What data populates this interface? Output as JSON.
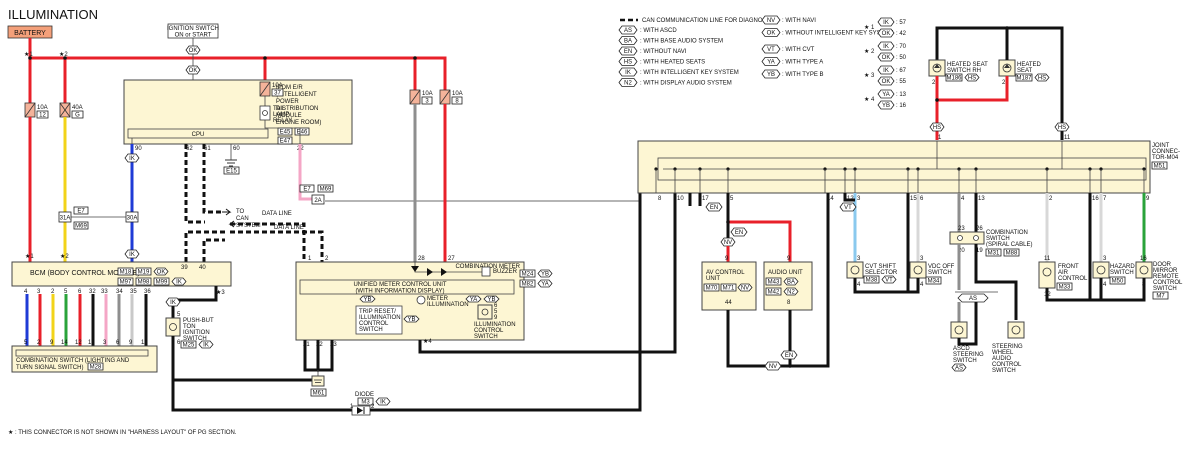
{
  "title": "ILLUMINATION",
  "battery": "BATTERY",
  "ignition_switch": [
    "IGNITION SWITCH",
    "ON or START"
  ],
  "ok": "OK",
  "ik": "IK",
  "ik_label": "IK",
  "hs": "HS",
  "en": "EN",
  "nv": "NV",
  "vt": "VT",
  "as": "AS",
  "fuses": {
    "f1": {
      "amp": "10A",
      "num": "12"
    },
    "f2": {
      "amp": "40A",
      "num": "G"
    },
    "f3": {
      "amp": "10A",
      "num": "37"
    },
    "f4": {
      "amp": "10A",
      "num": "3"
    },
    "f5": {
      "amp": "10A",
      "num": "8"
    }
  },
  "ipdm": {
    "lines": [
      "IPDM E/R",
      "(INTELLIGENT",
      "POWER",
      "DISTRIBUTION",
      "MODULE",
      "ENGINE ROOM)"
    ],
    "connectors": [
      "E45",
      "E46",
      "E47"
    ],
    "cpu": "CPU",
    "relay": [
      "TAIL",
      "LAMP",
      "RELAY"
    ],
    "pins": [
      "90",
      "62",
      "61",
      "60",
      "22"
    ],
    "ground": "E15"
  },
  "to_can": [
    "TO",
    "CAN",
    "SYSTEM"
  ],
  "data_line": "DATA LINE",
  "links": {
    "m1": "E7",
    "m2": "M69",
    "m3": "2A",
    "m4": "31A",
    "m5": "30A"
  },
  "bcm": {
    "name": "BCM (BODY CONTROL MODULE)",
    "pins_top": [
      "39",
      "40"
    ],
    "connectors": [
      "M18",
      "M19",
      "M97",
      "M98",
      "M99"
    ],
    "pins_bottom": [
      "4",
      "3",
      "2",
      "5",
      "6",
      "32",
      "33",
      "34",
      "35",
      "36"
    ]
  },
  "combination_switch": {
    "lines": [
      "COMBINATION SWITCH (LIGHTING AND",
      "TURN SIGNAL SWITCH)"
    ],
    "connector": "M28",
    "pins": [
      "5",
      "2",
      "9",
      "14",
      "12",
      "13",
      "3",
      "6",
      "9",
      "11"
    ]
  },
  "push_button": {
    "lines": [
      "PUSH-BUT",
      "TON",
      "IGNITION",
      "SWITCH"
    ],
    "connector": "M25",
    "pins": [
      "5",
      "6"
    ]
  },
  "meter": {
    "outer_label": "COMBINATION METER",
    "connectors": [
      "M24",
      "M82"
    ],
    "unit": [
      "UNIFIED METER CONTROL UNIT",
      "(WITH INFORMATION DISPLAY)"
    ],
    "buzzer": "BUZZER",
    "pins_top": [
      "1",
      "2",
      "28",
      "27"
    ],
    "pins_bottom": [
      "21",
      "22",
      "23"
    ],
    "trip": [
      "TRIP RESET/",
      "ILLUMINATION",
      "CONTROL",
      "SWITCH"
    ],
    "meter_illum": [
      "METER",
      "ILLUMINATION"
    ],
    "illum_switch": [
      "ILLUMINATION",
      "CONTROL",
      "SWITCH"
    ],
    "yb": "YB",
    "ya": "YA",
    "pin_6": "6",
    "pin_5": "5",
    "pin_9": "9",
    "ground": "M61"
  },
  "diode": {
    "name": "DIODE",
    "connector": "M3",
    "pins": [
      "1",
      "2"
    ]
  },
  "legend": {
    "can_line": "CAN COMMUNICATION LINE FOR DIAGNOSIS",
    "items": [
      {
        "code": "AS",
        "text": "WITH ASCD"
      },
      {
        "code": "BA",
        "text": "WITH BASE AUDIO SYSTEM"
      },
      {
        "code": "EN",
        "text": "WITHOUT NAVI"
      },
      {
        "code": "HS",
        "text": "WITH HEATED SEATS"
      },
      {
        "code": "IK",
        "text": "WITH INTELLIGENT KEY SYSTEM"
      },
      {
        "code": "N2",
        "text": "WITH DISPLAY AUDIO SYSTEM"
      }
    ],
    "items2": [
      {
        "code": "NV",
        "text": "WITH NAVI"
      },
      {
        "code": "OK",
        "text": "WITHOUT INTELLIGENT KEY SYSTEM"
      },
      {
        "code": "VT",
        "text": "WITH CVT"
      },
      {
        "code": "YA",
        "text": "WITH TYPE A"
      },
      {
        "code": "YB",
        "text": "WITH TYPE B"
      }
    ],
    "star_groups": [
      {
        "star": "★ 1",
        "rows": [
          {
            "code": "IK",
            "val": "57"
          },
          {
            "code": "OK",
            "val": "42"
          }
        ]
      },
      {
        "star": "★ 2",
        "rows": [
          {
            "code": "IK",
            "val": "70"
          },
          {
            "code": "OK",
            "val": "50"
          }
        ]
      },
      {
        "star": "★ 3",
        "rows": [
          {
            "code": "IK",
            "val": "67"
          },
          {
            "code": "OK",
            "val": "55"
          }
        ]
      },
      {
        "star": "★ 4",
        "rows": [
          {
            "code": "YA",
            "val": "13"
          },
          {
            "code": "YB",
            "val": "16"
          }
        ]
      }
    ]
  },
  "heated_rh": {
    "lines": [
      "HEATED SEAT",
      "SWITCH RH"
    ],
    "connector": "M186",
    "pins": [
      "2",
      "1"
    ]
  },
  "heated_lh": {
    "lines": [
      "HEATED",
      "SEAT"
    ],
    "connector": "M187",
    "pins": [
      "2",
      "1"
    ]
  },
  "joint": {
    "lines": [
      "JOINT",
      "CONNEC-",
      "TOR-M04"
    ],
    "connector": "M51",
    "pins_top": [
      "1",
      "11"
    ],
    "pins_bottom": [
      "8",
      "10",
      "17",
      "5",
      "14",
      "12",
      "3",
      "15",
      "6",
      "4",
      "13",
      "2",
      "16",
      "7",
      "9"
    ]
  },
  "av": {
    "lines": [
      "AV CONTROL",
      "UNIT"
    ],
    "connectors": [
      "M70",
      "M71"
    ],
    "pins": [
      "9",
      "44"
    ]
  },
  "audio": {
    "lines": [
      "AUDIO UNIT"
    ],
    "connectors": [
      "M43",
      "M42"
    ],
    "pins": [
      "9",
      "8"
    ]
  },
  "cvt": {
    "lines": [
      "CVT SHIFT",
      "SELECTOR"
    ],
    "connector": "M38",
    "pins": [
      "3",
      "4"
    ]
  },
  "vdc": {
    "lines": [
      "VDC OFF",
      "SWITCH"
    ],
    "connector": "M34",
    "pins": [
      "3",
      "4"
    ]
  },
  "spiral": {
    "lines": [
      "COMBINATION",
      "SWITCH",
      "(SPIRAL CABLE)"
    ],
    "connectors": [
      "M31",
      "M88"
    ],
    "pins": [
      "23",
      "26",
      "20",
      "19"
    ]
  },
  "front_air": {
    "lines": [
      "FRONT",
      "AIR",
      "CONTROL"
    ],
    "connector": "M33",
    "pins": [
      "11",
      "12"
    ]
  },
  "hazard": {
    "lines": [
      "HAZARD",
      "SWITCH"
    ],
    "connector": "M50",
    "pins": [
      "3",
      "4"
    ]
  },
  "mirror": {
    "lines": [
      "DOOR",
      "MIRROR",
      "REMOTE",
      "CONTROL",
      "SWITCH"
    ],
    "connector": "M7",
    "pins": [
      "16",
      "8"
    ]
  },
  "ascd": {
    "lines": [
      "ASCD",
      "STEERING",
      "SWITCH"
    ]
  },
  "steering_audio": {
    "lines": [
      "STEERING",
      "WHEEL",
      "AUDIO",
      "CONTROL",
      "SWITCH"
    ]
  },
  "footnote": "★ : THIS CONNECTOR IS NOT SHOWN IN \"HARNESS LAYOUT\" OF PG SECTION.",
  "colors": {
    "red": "#e8202a",
    "yellow": "#f2d318",
    "blue": "#1f3bd6",
    "green": "#2aa33a",
    "pink": "#f4a6c6",
    "gray": "#8e8e8e",
    "lightblue": "#8ac9ee",
    "black": "#111111",
    "component": "#fdf6d3",
    "battery": "#f4a07a"
  }
}
